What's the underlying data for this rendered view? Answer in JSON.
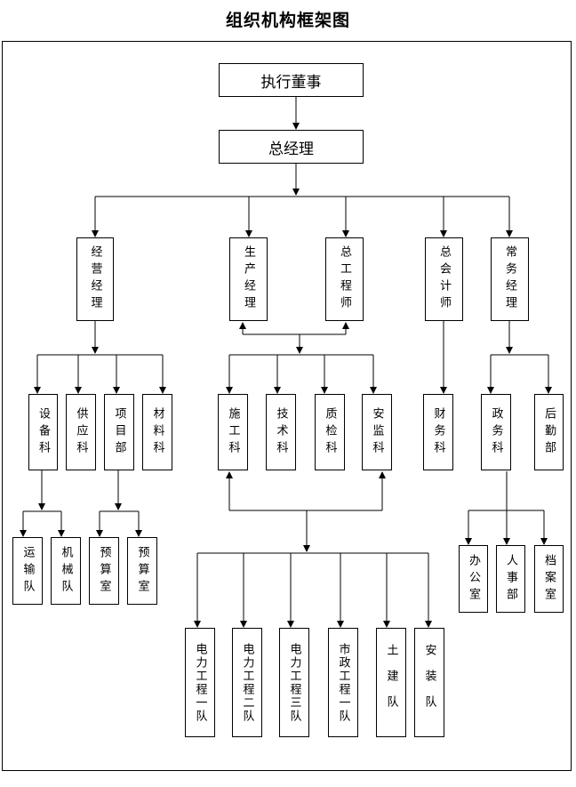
{
  "title": "组织机构框架图",
  "nodes": {
    "board": "执行董事",
    "gm": "总经理",
    "ops_manager": "经营经理",
    "prod_manager": "生产经理",
    "chief_engineer": "总工程师",
    "chief_accountant": "总会计师",
    "admin_manager": "常务经理",
    "equipment_dept": "设备科",
    "supply_dept": "供应科",
    "project_dept": "项目部",
    "materials_dept": "材料科",
    "construction_dept": "施工科",
    "tech_dept": "技术科",
    "qc_dept": "质检科",
    "safety_dept": "安监科",
    "finance_dept": "财务科",
    "politics_dept": "政务科",
    "logistics_dept": "后勤部",
    "transport_team": "运输队",
    "machinery_team": "机械队",
    "budget_office_1": "预算室",
    "budget_office_2": "预算室",
    "power_team_1": "电力工程一队",
    "power_team_2": "电力工程二队",
    "power_team_3": "电力工程三队",
    "municipal_team_1": "市政工程一队",
    "civil_team": "土建队",
    "install_team": "安装队",
    "general_office": "办公室",
    "hr_dept": "人事部",
    "archive_room": "档案室"
  }
}
